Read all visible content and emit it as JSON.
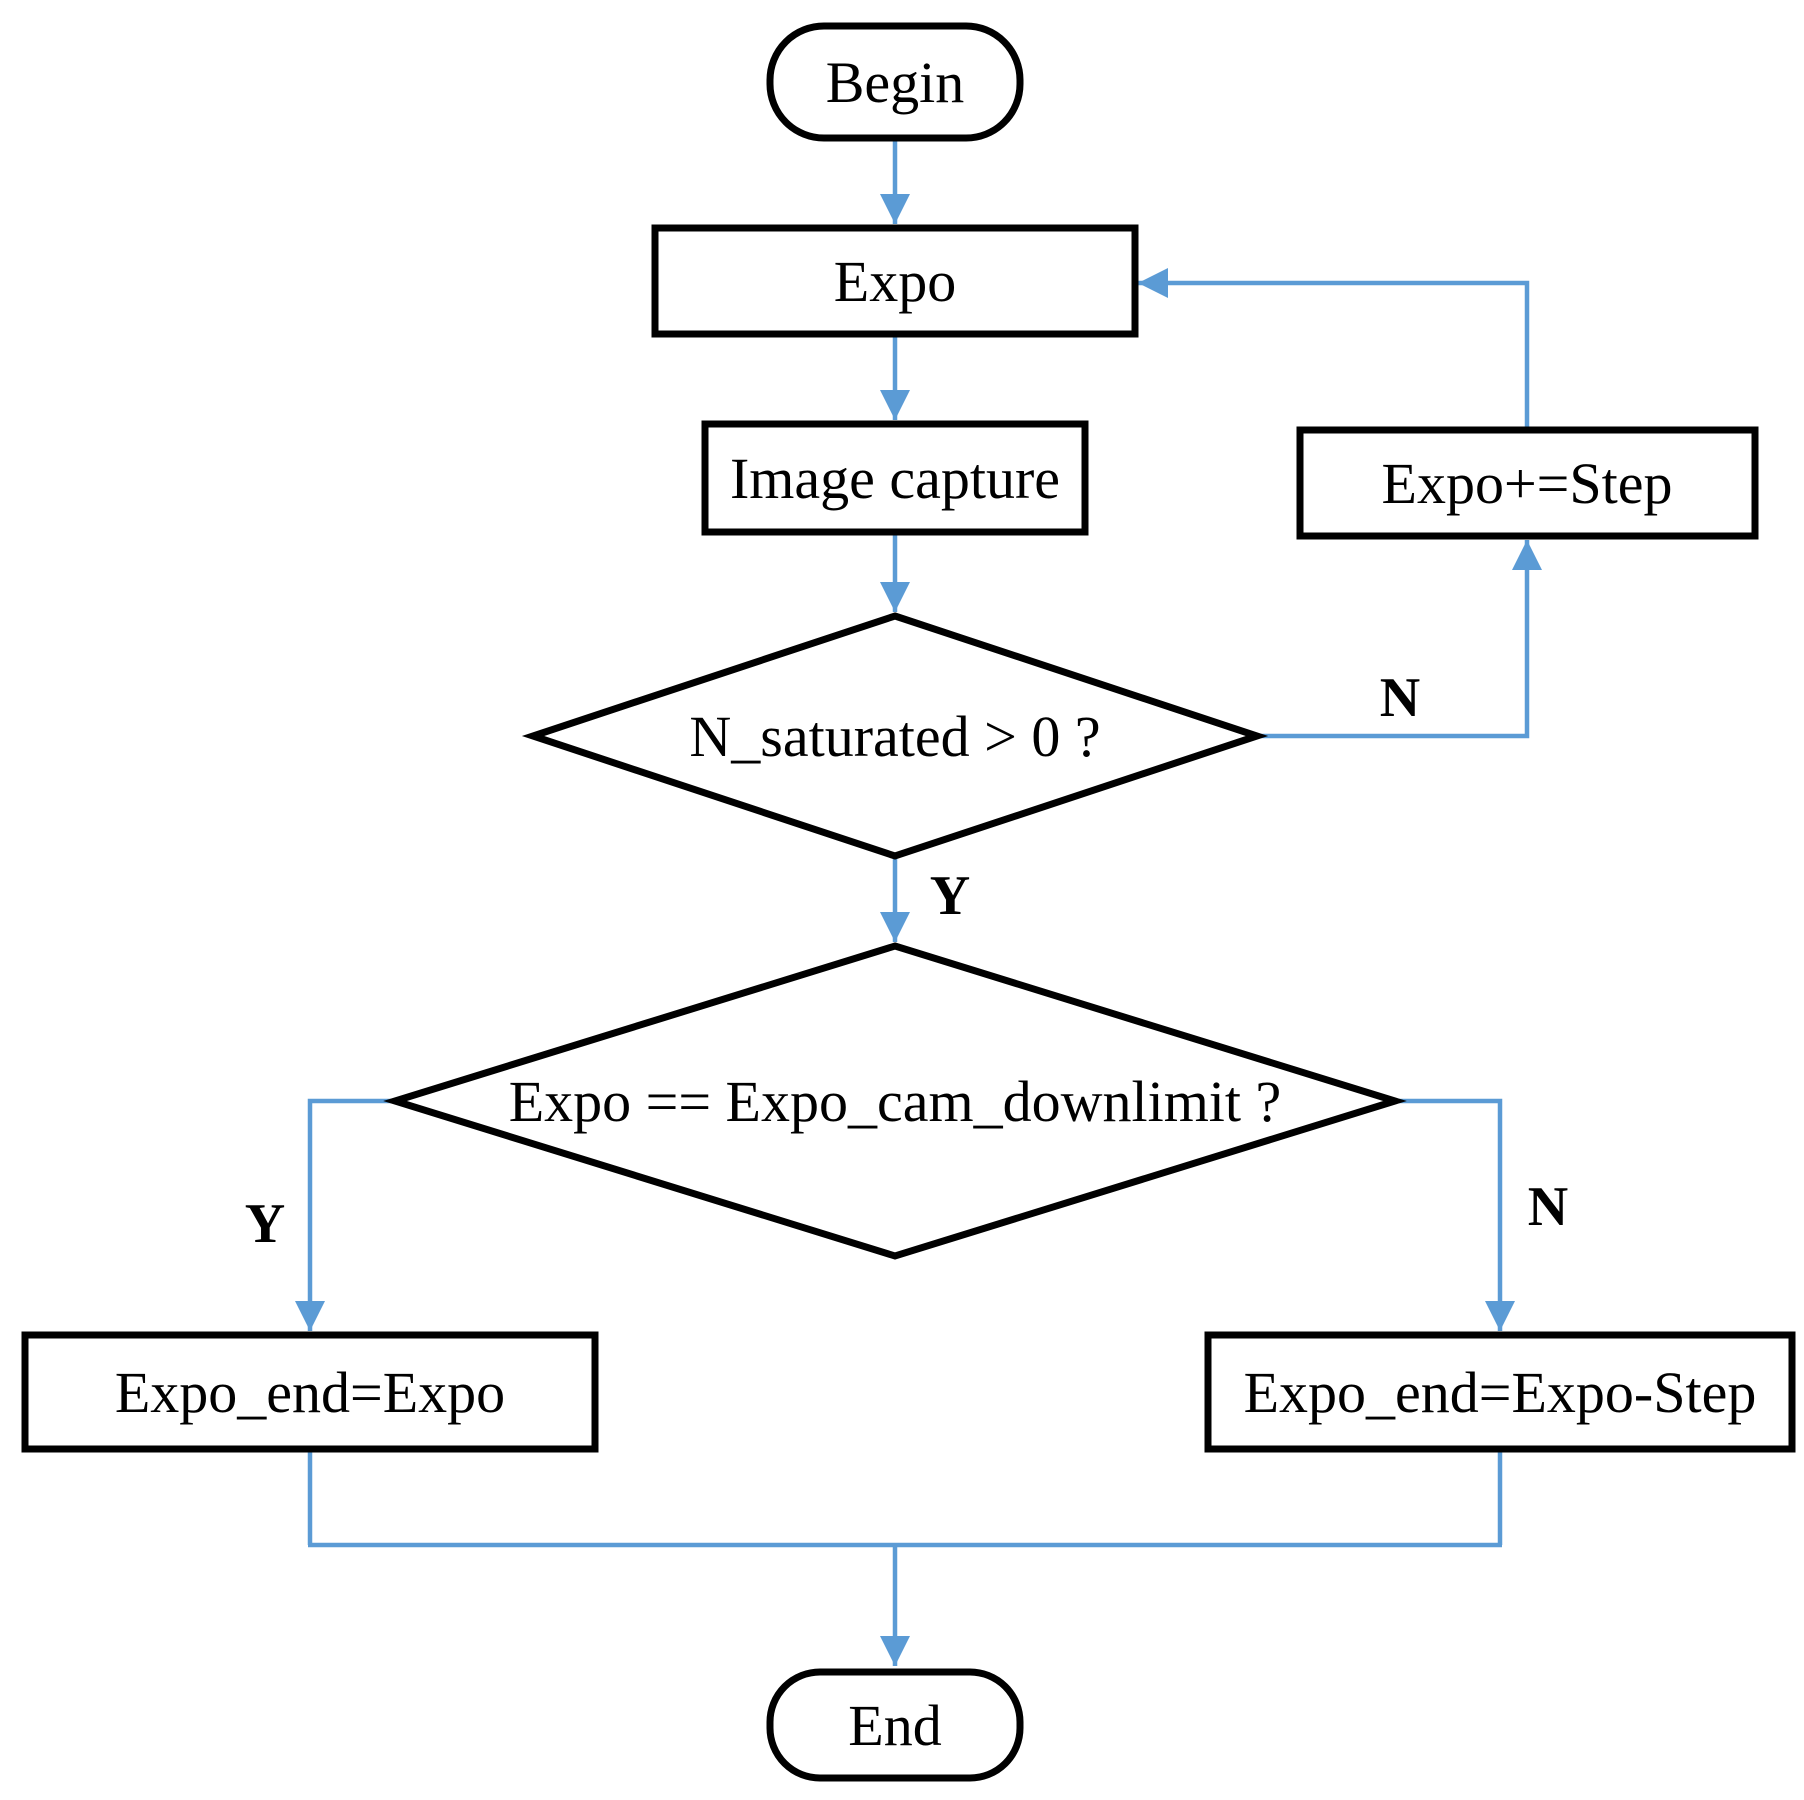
{
  "diagram": {
    "type": "flowchart",
    "background": "#ffffff",
    "colors": {
      "connector": "#5B9BD5",
      "shape_border": "#000000",
      "shape_fill": "#ffffff",
      "text": "#000000"
    },
    "nodes": {
      "begin": {
        "label": "Begin",
        "shape": "terminator"
      },
      "expo": {
        "label": "Expo",
        "shape": "process"
      },
      "image_capture": {
        "label": "Image capture",
        "shape": "process"
      },
      "n_saturated": {
        "label": "N_saturated > 0 ?",
        "shape": "decision"
      },
      "expo_step": {
        "label": "Expo+=Step",
        "shape": "process"
      },
      "expo_downlimit": {
        "label": "Expo == Expo_cam_downlimit ?",
        "shape": "decision"
      },
      "expo_end_expo": {
        "label": "Expo_end=Expo",
        "shape": "process"
      },
      "expo_end_expo_step": {
        "label": "Expo_end=Expo-Step",
        "shape": "process"
      },
      "end": {
        "label": "End",
        "shape": "terminator"
      }
    },
    "edges": [
      {
        "from": "begin",
        "to": "expo",
        "label": ""
      },
      {
        "from": "expo",
        "to": "image_capture",
        "label": ""
      },
      {
        "from": "image_capture",
        "to": "n_saturated",
        "label": ""
      },
      {
        "from": "n_saturated",
        "to": "expo_downlimit",
        "label": "Y"
      },
      {
        "from": "n_saturated",
        "to": "expo_step",
        "label": "N"
      },
      {
        "from": "expo_step",
        "to": "expo",
        "label": ""
      },
      {
        "from": "expo_downlimit",
        "to": "expo_end_expo",
        "label": "Y"
      },
      {
        "from": "expo_downlimit",
        "to": "expo_end_expo_step",
        "label": "N"
      },
      {
        "from": "expo_end_expo",
        "to": "end",
        "label": ""
      },
      {
        "from": "expo_end_expo_step",
        "to": "end",
        "label": ""
      }
    ]
  }
}
